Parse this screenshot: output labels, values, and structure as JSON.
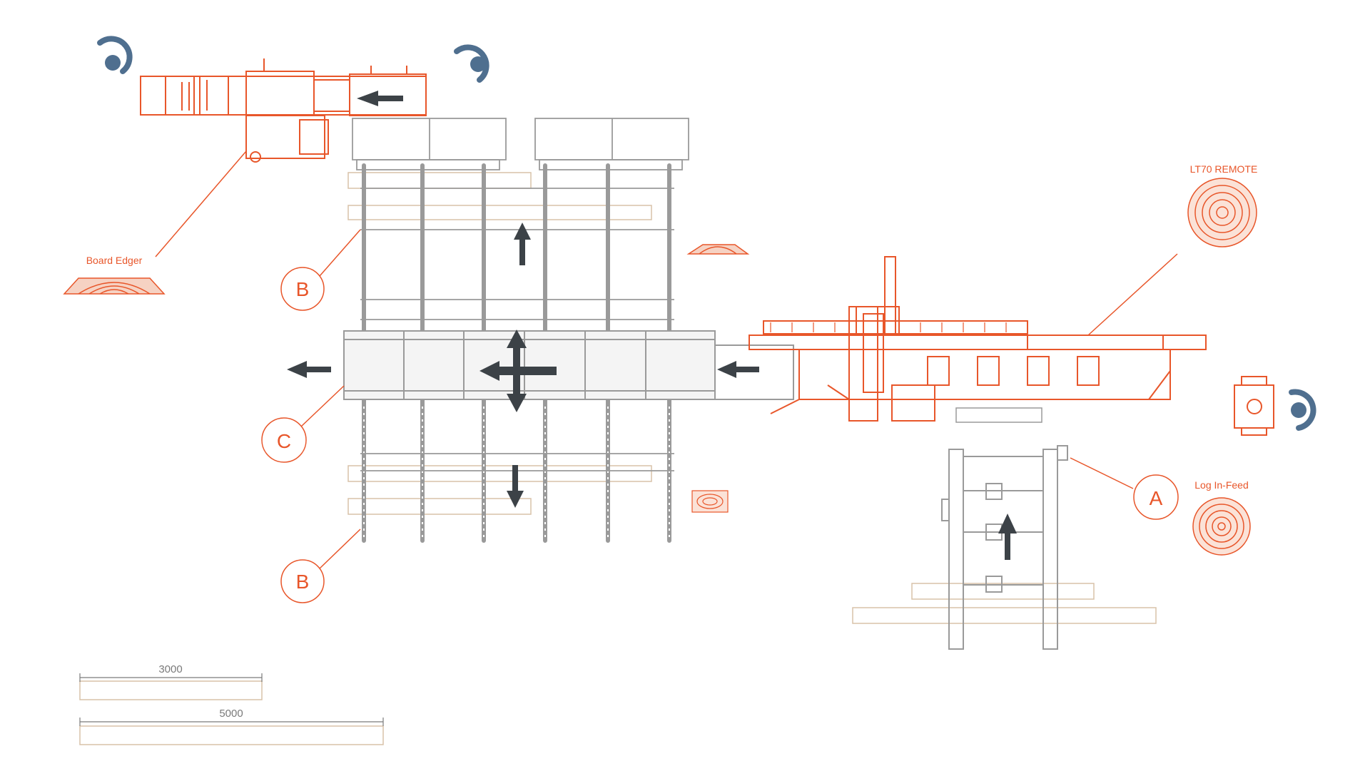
{
  "labels": {
    "board_edger": "Board Edger",
    "lt70_remote": "LT70 REMOTE",
    "log_infeed": "Log In-Feed"
  },
  "callouts": {
    "a": "A",
    "b_top": "B",
    "b_bottom": "B",
    "c": "C"
  },
  "scale_bars": {
    "short": "3000",
    "long": "5000"
  },
  "colors": {
    "orange": "#e8562a",
    "gray": "#9a9a9a",
    "dark": "#3c4247",
    "blue": "#4f6f8f",
    "tan": "#d8c2a8"
  }
}
